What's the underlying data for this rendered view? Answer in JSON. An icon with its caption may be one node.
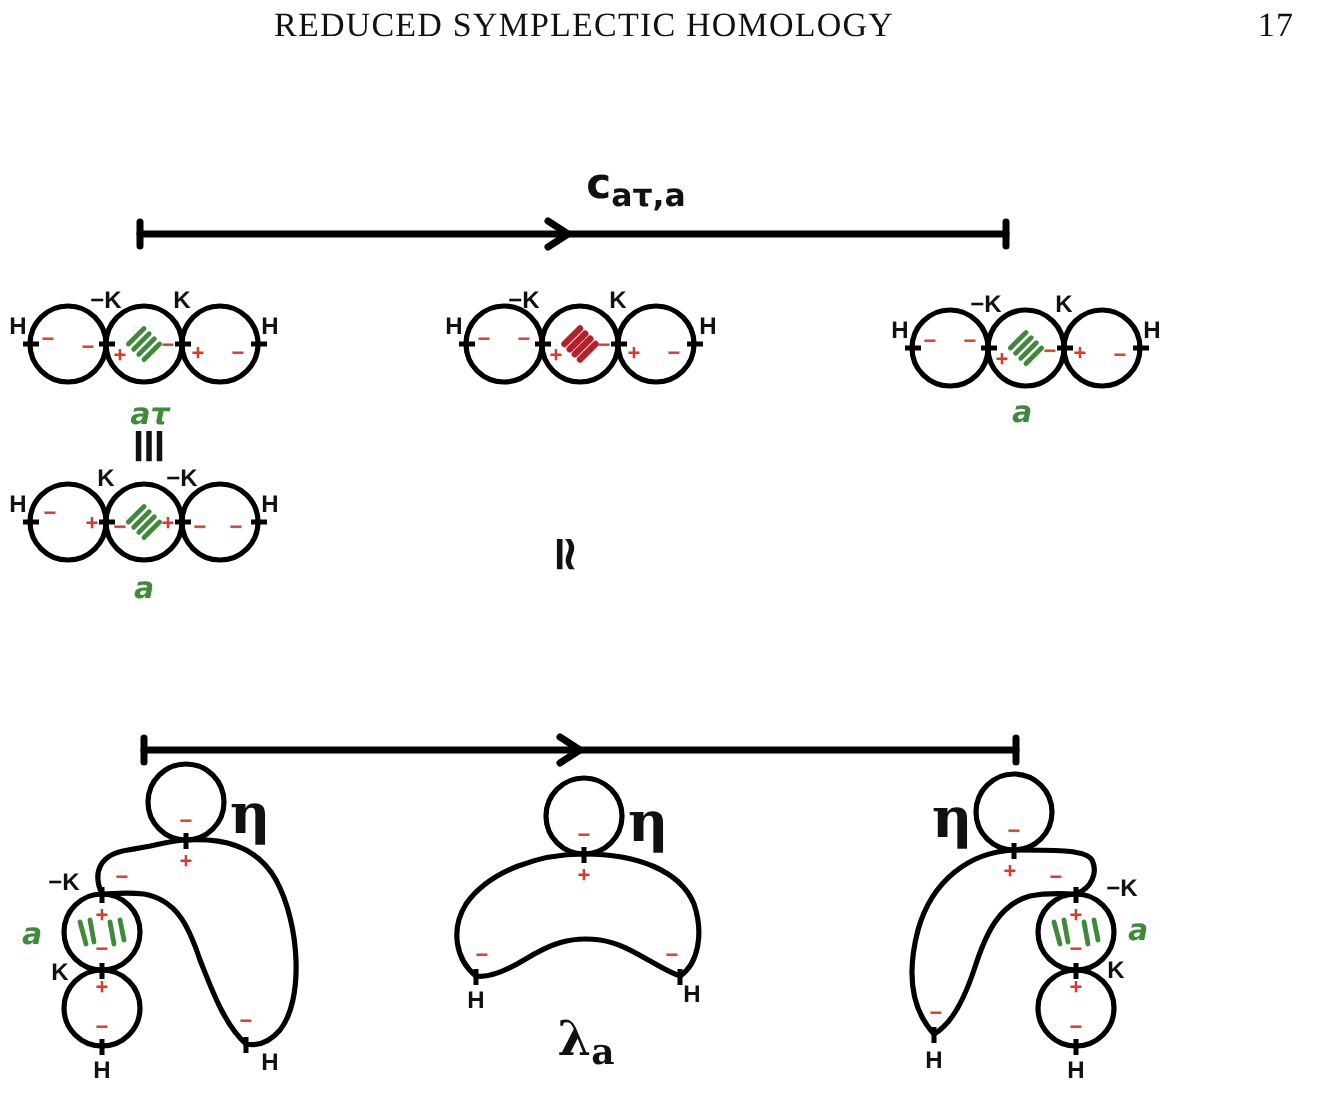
{
  "diagram": {
    "title": "REDUCED SYMPLECTIC HOMOLOGY",
    "nodes": [
      {
        "text": [
          "−",
          "−"
        ]
      },
      {
        "text": [
          "+",
          "−"
        ],
        "beside": [
          "aτ"
        ]
      },
      {
        "text": [
          "+",
          "−"
        ]
      },
      {
        "text": [
          "−",
          "−"
        ]
      },
      {
        "text": [
          "+",
          "−"
        ]
      },
      {
        "text": [
          "+",
          "−"
        ]
      },
      {
        "text": [
          "−",
          "−"
        ]
      },
      {
        "text": [
          "+",
          "−"
        ],
        "beside": [
          "a"
        ]
      },
      {
        "text": [
          "+",
          "−"
        ]
      },
      {
        "text": [
          "−",
          "+"
        ]
      },
      {
        "text": [
          "−",
          "+"
        ],
        "beside": [
          "a"
        ]
      },
      {
        "text": [
          "−",
          "−"
        ]
      },
      {
        "text": [
          "−"
        ],
        "beside": [
          "η"
        ]
      },
      {
        "text": [
          "+",
          "−",
          "−"
        ]
      },
      {
        "text": [
          "+",
          "−"
        ],
        "beside": [
          "a"
        ]
      },
      {
        "text": [
          "+",
          "−"
        ]
      },
      {
        "text": [
          "−"
        ],
        "beside": [
          "η"
        ]
      },
      {
        "text": [
          "+",
          "−",
          "−"
        ],
        "beside": [
          "λ$_{a}$"
        ]
      },
      {
        "text": [
          "−"
        ],
        "beside": [
          "η"
        ]
      },
      {
        "text": [
          "+",
          "−",
          "−"
        ]
      },
      {
        "text": [
          "+",
          "−"
        ],
        "beside": [
          "a"
        ]
      },
      {
        "text": [
          "+",
          "−"
        ]
      }
    ],
    "labels": [
      "17",
      "c$_{aτ,a}$",
      "H",
      "−K",
      "K",
      "H",
      "H",
      "−K",
      "K",
      "H",
      "H",
      "−K",
      "K",
      "H",
      "≡",
      "H",
      "K",
      "−K",
      "H",
      "≃",
      "−K",
      "K",
      "H",
      "H",
      "H",
      "H",
      "−K",
      "K",
      "H",
      "H"
    ]
  }
}
